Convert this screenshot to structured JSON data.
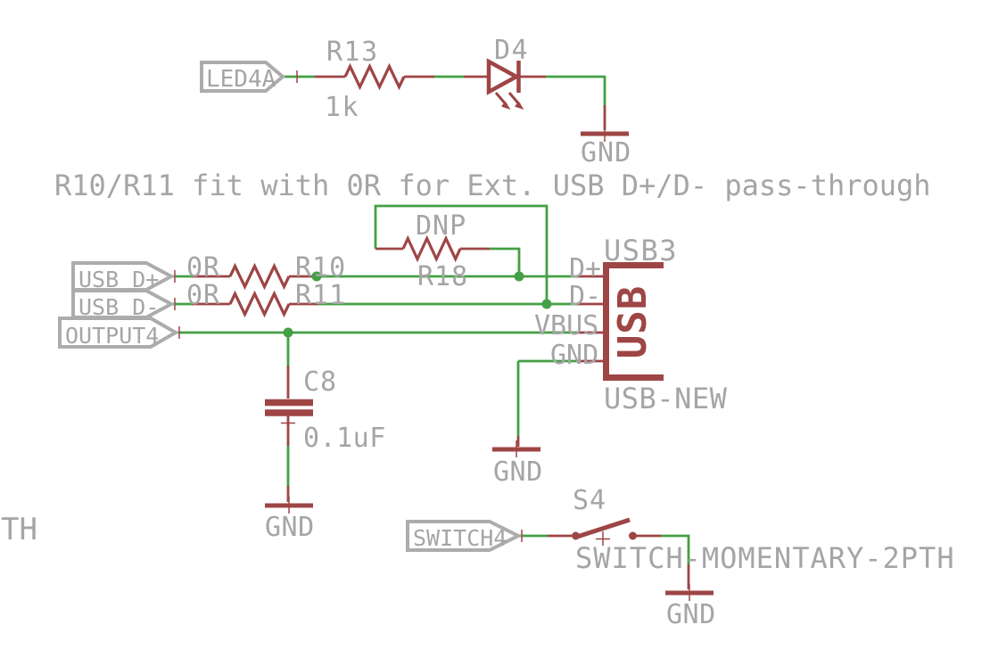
{
  "colors": {
    "bg": "#ffffff",
    "wire": "#44a044",
    "symbol": "#9e4545",
    "label": "#a5a5a5",
    "flag": "#acacac"
  },
  "note": "R10/R11 fit with 0R for Ext. USB D+/D- pass-through",
  "edge_text": "TH",
  "led": {
    "flag": "LED4A",
    "r_name": "R13",
    "r_value": "1k",
    "d_name": "D4",
    "gnd": "GND"
  },
  "usb": {
    "flag_dp": "USB_D+",
    "flag_dm": "USB_D-",
    "flag_out": "OUTPUT4",
    "r10_name": "R10",
    "r10_value": "0R",
    "r11_name": "R11",
    "r11_value": "0R",
    "r18_name": "R18",
    "r18_value": "DNP",
    "cap_name": "C8",
    "cap_value": "0.1uF",
    "conn_name": "USB3",
    "conn_value": "USB-NEW",
    "conn_symbol": "USB",
    "pin_dp": "D+",
    "pin_dm": "D-",
    "pin_vbus": "VBUS",
    "pin_gnd": "GND",
    "gnd_conn": "GND",
    "gnd_cap": "GND"
  },
  "sw": {
    "flag": "SWITCH4",
    "name": "S4",
    "value": "SWITCH-MOMENTARY-2PTH",
    "gnd": "GND"
  }
}
